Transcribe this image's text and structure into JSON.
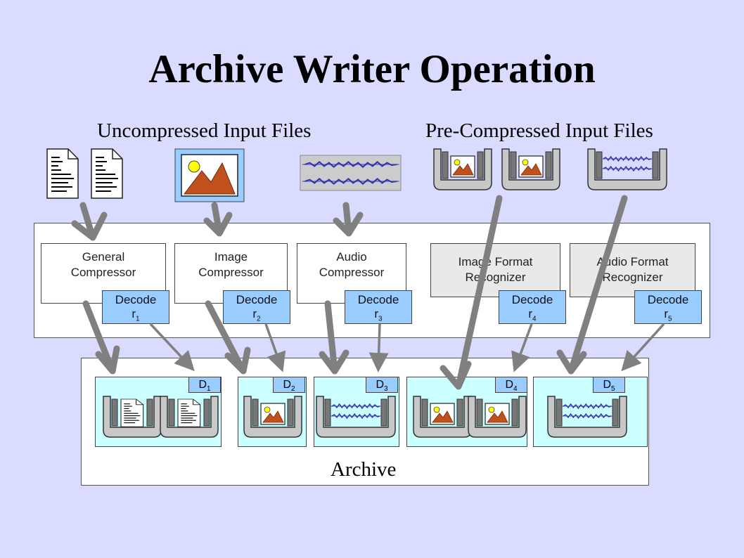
{
  "title": "Archive Writer Operation",
  "uncompressed_label": "Uncompressed Input Files",
  "precompressed_label": "Pre-Compressed Input Files",
  "compressors": [
    {
      "line1": "General",
      "line2": "Compressor"
    },
    {
      "line1": "Image",
      "line2": "Compressor"
    },
    {
      "line1": "Audio",
      "line2": "Compressor"
    },
    {
      "line1": "Image Format",
      "line2": "Recognizer"
    },
    {
      "line1": "Audio Format",
      "line2": "Recognizer"
    }
  ],
  "decoders": [
    {
      "label": "Decode",
      "var": "r",
      "sub": "1"
    },
    {
      "label": "Decode",
      "var": "r",
      "sub": "2"
    },
    {
      "label": "Decode",
      "var": "r",
      "sub": "3"
    },
    {
      "label": "Decode",
      "var": "r",
      "sub": "4"
    },
    {
      "label": "Decode",
      "var": "r",
      "sub": "5"
    }
  ],
  "blocks": [
    {
      "var": "D",
      "sub": "1"
    },
    {
      "var": "D",
      "sub": "2"
    },
    {
      "var": "D",
      "sub": "3"
    },
    {
      "var": "D",
      "sub": "4"
    },
    {
      "var": "D",
      "sub": "5"
    }
  ],
  "archive_label": "Archive",
  "colors": {
    "background": "#d9dcff",
    "decoder": "#99ccff",
    "block": "#ccffff",
    "arrow": "#808080",
    "mountain": "#c0501c",
    "sun": "#ffff00",
    "wave": "#3333aa"
  }
}
